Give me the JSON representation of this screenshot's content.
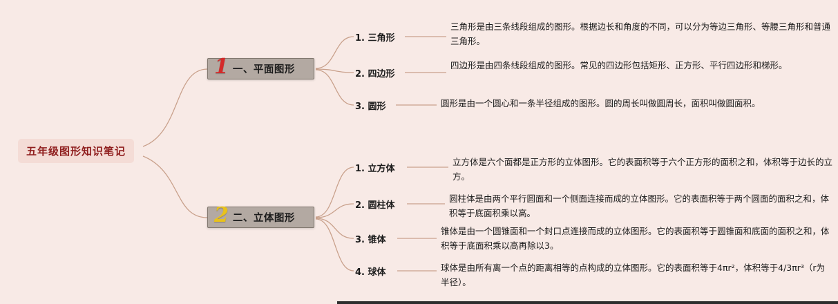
{
  "colors": {
    "background": "#f8eae6",
    "connector": "#c9a18c",
    "branch_box": "#b3a9a2",
    "root_text": "#8f1d1d",
    "number_1": "#d42a2a",
    "number_2": "#e9c21b"
  },
  "root": {
    "label": "五年级图形知识笔记"
  },
  "branches": [
    {
      "number": "1",
      "label": "一、平面图形",
      "children": [
        {
          "label": "1. 三角形",
          "desc": "三角形是由三条线段组成的图形。根据边长和角度的不同，可以分为等边三角形、等腰三角形和普通三角形。"
        },
        {
          "label": "2. 四边形",
          "desc": "四边形是由四条线段组成的图形。常见的四边形包括矩形、正方形、平行四边形和梯形。"
        },
        {
          "label": "3. 圆形",
          "desc": "圆形是由一个圆心和一条半径组成的图形。圆的周长叫做圆周长，面积叫做圆面积。"
        }
      ]
    },
    {
      "number": "2",
      "label": "二、立体图形",
      "children": [
        {
          "label": "1. 立方体",
          "desc": "立方体是六个面都是正方形的立体图形。它的表面积等于六个正方形的面积之和，体积等于边长的立方。"
        },
        {
          "label": "2. 圆柱体",
          "desc": "圆柱体是由两个平行圆面和一个侧面连接而成的立体图形。它的表面积等于两个圆面的面积之和，体积等于底面积乘以高。"
        },
        {
          "label": "3. 锥体",
          "desc": "锥体是由一个圆锥面和一个封口点连接而成的立体图形。它的表面积等于圆锥面和底面的面积之和，体积等于底面积乘以高再除以3。"
        },
        {
          "label": "4. 球体",
          "desc": "球体是由所有离一个点的距离相等的点构成的立体图形。它的表面积等于4πr²，体积等于4/3πr³（r为半径）。"
        }
      ]
    }
  ]
}
